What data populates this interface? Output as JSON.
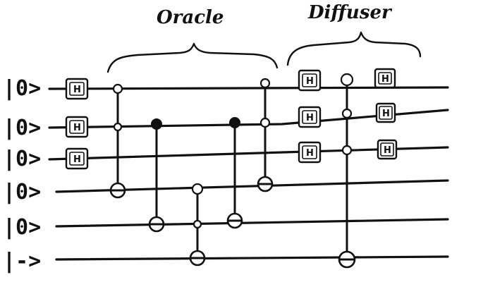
{
  "title_oracle": "Oracle",
  "title_diffuser": "Diffuser",
  "qubits": [
    {
      "label": "|0>"
    },
    {
      "label": "|0>"
    },
    {
      "label": "|0>"
    },
    {
      "label": "|0>"
    },
    {
      "label": "|0>"
    },
    {
      "label": "|->"
    }
  ],
  "gate_label": "H",
  "colors": {
    "ink": "#111111",
    "paper": "#ffffff"
  }
}
